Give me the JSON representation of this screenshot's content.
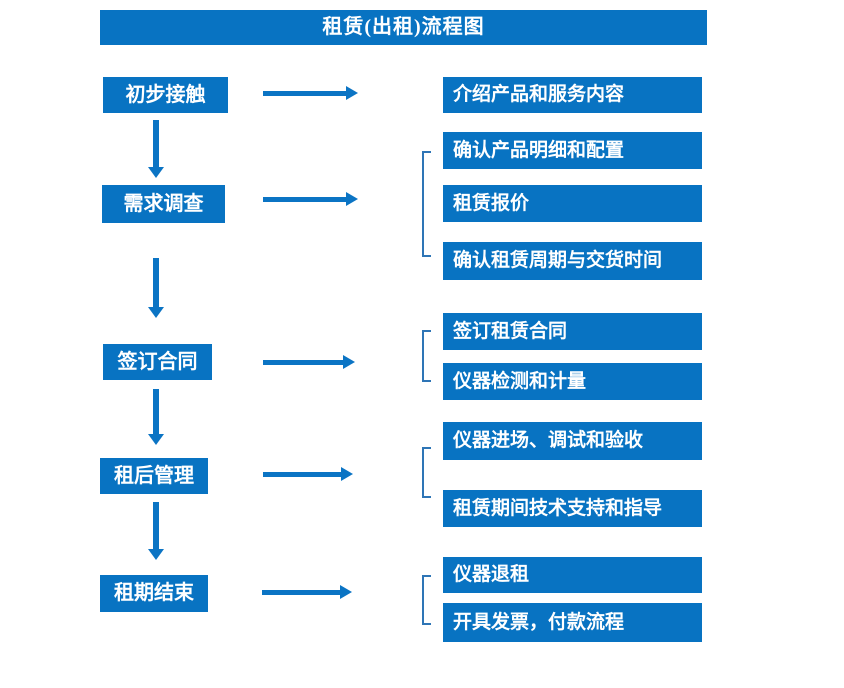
{
  "title": "租赁(出租)流程图",
  "colors": {
    "box_fill": "#0873C2",
    "arrow": "#0B74C4",
    "bracket": "#2E75B6",
    "text": "#FFFFFF",
    "background": "#FFFFFF"
  },
  "stages": [
    {
      "label": "初步接触",
      "details": [
        "介绍产品和服务内容"
      ]
    },
    {
      "label": "需求调查",
      "details": [
        "确认产品明细和配置",
        "租赁报价",
        "确认租赁周期与交货时间"
      ]
    },
    {
      "label": "签订合同",
      "details": [
        "签订租赁合同",
        "仪器检测和计量"
      ]
    },
    {
      "label": "租后管理",
      "details": [
        "仪器进场、调试和验收",
        "租赁期间技术支持和指导"
      ]
    },
    {
      "label": "租期结束",
      "details": [
        "仪器退租",
        "开具发票，付款流程"
      ]
    }
  ]
}
